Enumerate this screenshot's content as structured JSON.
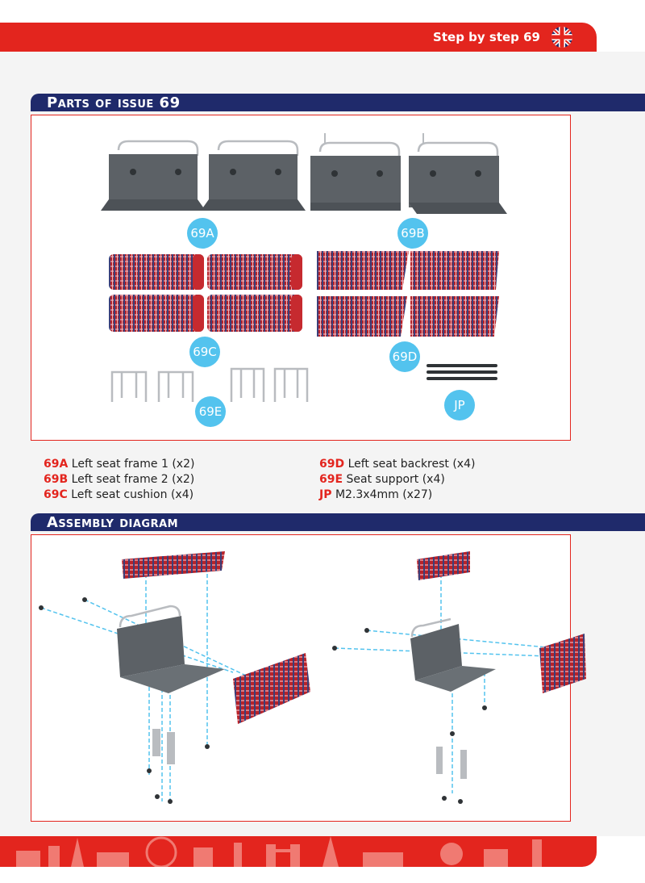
{
  "header": {
    "title": "Step by step 69",
    "flag_icon": "uk-flag-icon"
  },
  "sections": {
    "parts_title": "Parts of issue 69",
    "assembly_title": "Assembly diagram"
  },
  "bubbles": {
    "a": "69A",
    "b": "69B",
    "c": "69C",
    "d": "69D",
    "e": "69E",
    "jp": "JP"
  },
  "parts": {
    "left": [
      {
        "code": "69A",
        "desc": "Left seat frame 1 (x2)"
      },
      {
        "code": "69B",
        "desc": "Left seat frame 2 (x2)"
      },
      {
        "code": "69C",
        "desc": "Left seat cushion (x4)"
      }
    ],
    "right": [
      {
        "code": "69D",
        "desc": "Left seat backrest (x4)"
      },
      {
        "code": "69E",
        "desc": "Seat support (x4)"
      },
      {
        "code": "JP",
        "desc": "M2.3x4mm (x27)"
      }
    ]
  },
  "colors": {
    "brand_red": "#e3251e",
    "navy": "#1f2a6b",
    "bubble_blue": "#53c3ee",
    "frame_gray": "#5c6166"
  }
}
